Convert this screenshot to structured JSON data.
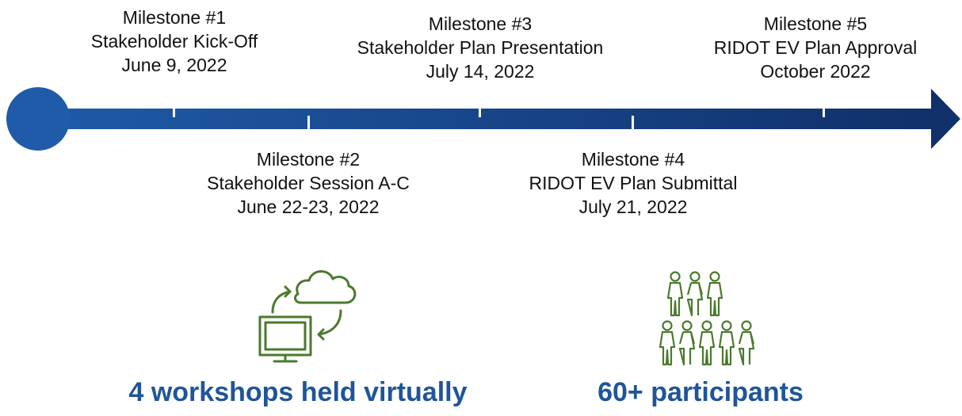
{
  "milestones": [
    {
      "number": "Milestone #1",
      "name": "Stakeholder Kick-Off",
      "date": "June 9, 2022"
    },
    {
      "number": "Milestone #2",
      "name": "Stakeholder Session A-C",
      "date": "June 22-23, 2022"
    },
    {
      "number": "Milestone #3",
      "name": "Stakeholder Plan Presentation",
      "date": "July 14, 2022"
    },
    {
      "number": "Milestone #4",
      "name": "RIDOT EV Plan Submittal",
      "date": "July 21, 2022"
    },
    {
      "number": "Milestone #5",
      "name": "RIDOT EV Plan Approval",
      "date": "October 2022"
    }
  ],
  "stats": {
    "workshops": "4 workshops held virtually",
    "participants": "60+ participants"
  },
  "icons": {
    "virtual": "computer-cloud-sync-icon",
    "people": "people-group-icon"
  },
  "colors": {
    "timeline_start": "#1f5ba8",
    "timeline_end": "#10306a",
    "caption": "#1f5599",
    "icon": "#4a7a2c"
  }
}
